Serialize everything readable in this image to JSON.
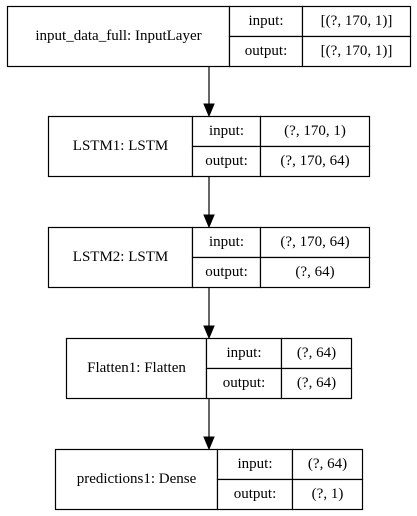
{
  "layers": [
    {
      "label": "input_data_full: InputLayer",
      "rows": [
        {
          "key": "input:",
          "value": "[(?, 170, 1)]"
        },
        {
          "key": "output:",
          "value": "[(?, 170, 1)]"
        }
      ]
    },
    {
      "label": "LSTM1: LSTM",
      "rows": [
        {
          "key": "input:",
          "value": "(?, 170, 1)"
        },
        {
          "key": "output:",
          "value": "(?, 170, 64)"
        }
      ]
    },
    {
      "label": "LSTM2: LSTM",
      "rows": [
        {
          "key": "input:",
          "value": "(?, 170, 64)"
        },
        {
          "key": "output:",
          "value": "(?, 64)"
        }
      ]
    },
    {
      "label": "Flatten1: Flatten",
      "rows": [
        {
          "key": "input:",
          "value": "(?, 64)"
        },
        {
          "key": "output:",
          "value": "(?, 64)"
        }
      ]
    },
    {
      "label": "predictions1: Dense",
      "rows": [
        {
          "key": "input:",
          "value": "(?, 64)"
        },
        {
          "key": "output:",
          "value": "(?, 1)"
        }
      ]
    }
  ]
}
